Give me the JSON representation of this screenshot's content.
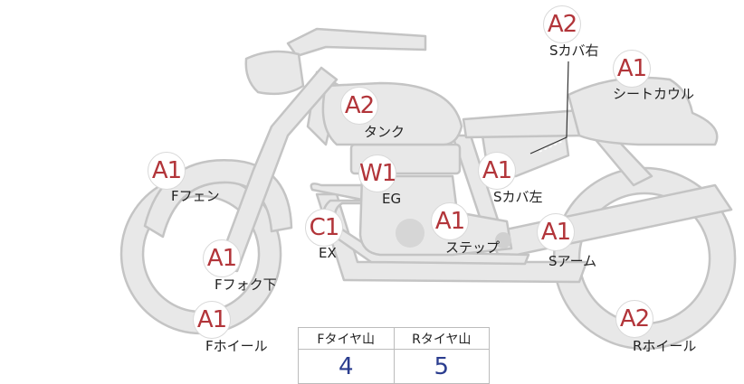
{
  "parts": [
    {
      "id": "s-cover-right",
      "rank": "A2",
      "label": "Sカバ右"
    },
    {
      "id": "seat-cowl",
      "rank": "A1",
      "label": "シートカウル"
    },
    {
      "id": "tank",
      "rank": "A2",
      "label": "タンク"
    },
    {
      "id": "f-fender",
      "rank": "A1",
      "label": "Fフェン"
    },
    {
      "id": "engine",
      "rank": "W1",
      "label": "EG"
    },
    {
      "id": "s-cover-left",
      "rank": "A1",
      "label": "Sカバ左"
    },
    {
      "id": "exhaust",
      "rank": "C1",
      "label": "EX"
    },
    {
      "id": "step",
      "rank": "A1",
      "label": "ステップ"
    },
    {
      "id": "swing-arm",
      "rank": "A1",
      "label": "Sアーム"
    },
    {
      "id": "f-fork-lower",
      "rank": "A1",
      "label": "Fフォク下"
    },
    {
      "id": "f-wheel",
      "rank": "A1",
      "label": "Fホイール"
    },
    {
      "id": "r-wheel",
      "rank": "A2",
      "label": "Rホイール"
    }
  ],
  "tread": {
    "front_label": "Fタイヤ山",
    "rear_label": "Rタイヤ山",
    "front_value": "4",
    "rear_value": "5"
  },
  "colors": {
    "rank": "#b2353a",
    "value": "#2b3d8f",
    "body_fill": "#e8e8e8",
    "body_stroke": "#c4c4c4"
  }
}
